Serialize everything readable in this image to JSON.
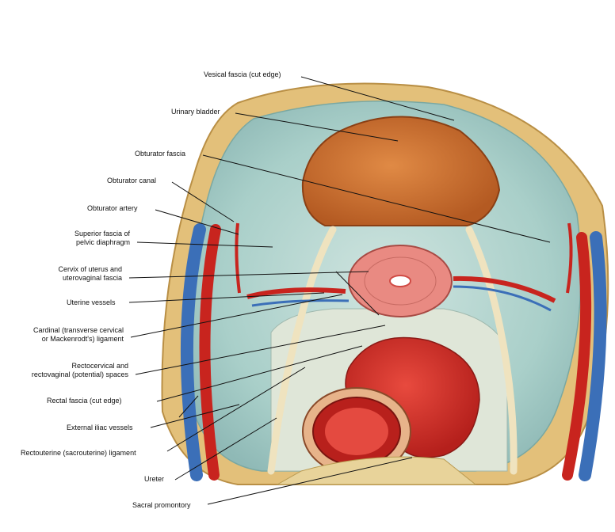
{
  "labels": {
    "vesical_fascia": "Vesical fascia (cut edge)",
    "urinary_bladder": "Urinary bladder",
    "obturator_fascia": "Obturator fascia",
    "obturator_canal": "Obturator canal",
    "obturator_artery": "Obturator artery",
    "superior_fascia_1": "Superior fascia of",
    "superior_fascia_2": "pelvic diaphragm",
    "cervix_1": "Cervix of uterus and",
    "cervix_2": "uterovaginal fascia",
    "uterine_vessels": "Uterine vessels",
    "cardinal_1": "Cardinal (transverse cervical",
    "cardinal_2": "or Mackenrodt's) ligament",
    "rectocervical_1": "Rectocervical and",
    "rectocervical_2": "rectovaginal (potential) spaces",
    "rectal_fascia": "Rectal fascia (cut edge)",
    "external_iliac": "External iliac vessels",
    "rectouterine": "Rectouterine (sacrouterine) ligament",
    "ureter": "Ureter",
    "sacral_promontory": "Sacral promontory"
  },
  "colors": {
    "fascia": "#b8d6d2",
    "bladder": "#c66a2c",
    "cervix": "#e98a82",
    "rectum": "#cc2a2a",
    "artery": "#c8241e",
    "vein": "#3b6fb8",
    "ureter": "#efe3bf",
    "bone": "#e4c77a",
    "leader": "#111111"
  }
}
